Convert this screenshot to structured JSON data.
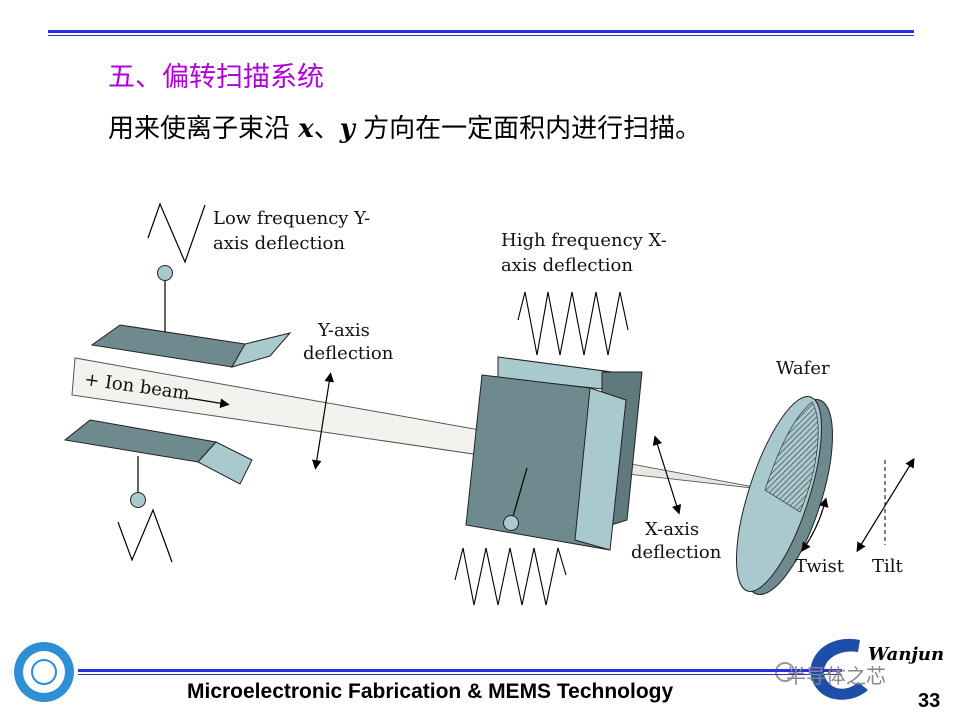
{
  "slide": {
    "title": "五、偏转扫描系统",
    "subtitle_pre": "用来使离子束沿 ",
    "subtitle_x": "x",
    "subtitle_sep": "、",
    "subtitle_y": "y",
    "subtitle_post": " 方向在一定面积内进行扫描。"
  },
  "labels": {
    "low_freq_1": "Low frequency Y-",
    "low_freq_2": "axis deflection",
    "high_freq_1": "High frequency X-",
    "high_freq_2": "axis deflection",
    "y_axis_1": "Y-axis",
    "y_axis_2": "deflection",
    "ion_beam": "+ Ion beam",
    "wafer": "Wafer",
    "x_axis_1": "X-axis",
    "x_axis_2": "deflection",
    "twist": "Twist",
    "tilt": "Tilt"
  },
  "footer": {
    "course": "Microelectronic Fabrication & MEMS Technology",
    "page": "33",
    "watermark": "半导体之芯",
    "logo_name": "Wanjun"
  },
  "colors": {
    "rule": "#2a2fd6",
    "title": "#b000d8",
    "plate": "#6f8a8f",
    "plate_light": "#a9c9cf",
    "beam": "#f2f2ee"
  }
}
